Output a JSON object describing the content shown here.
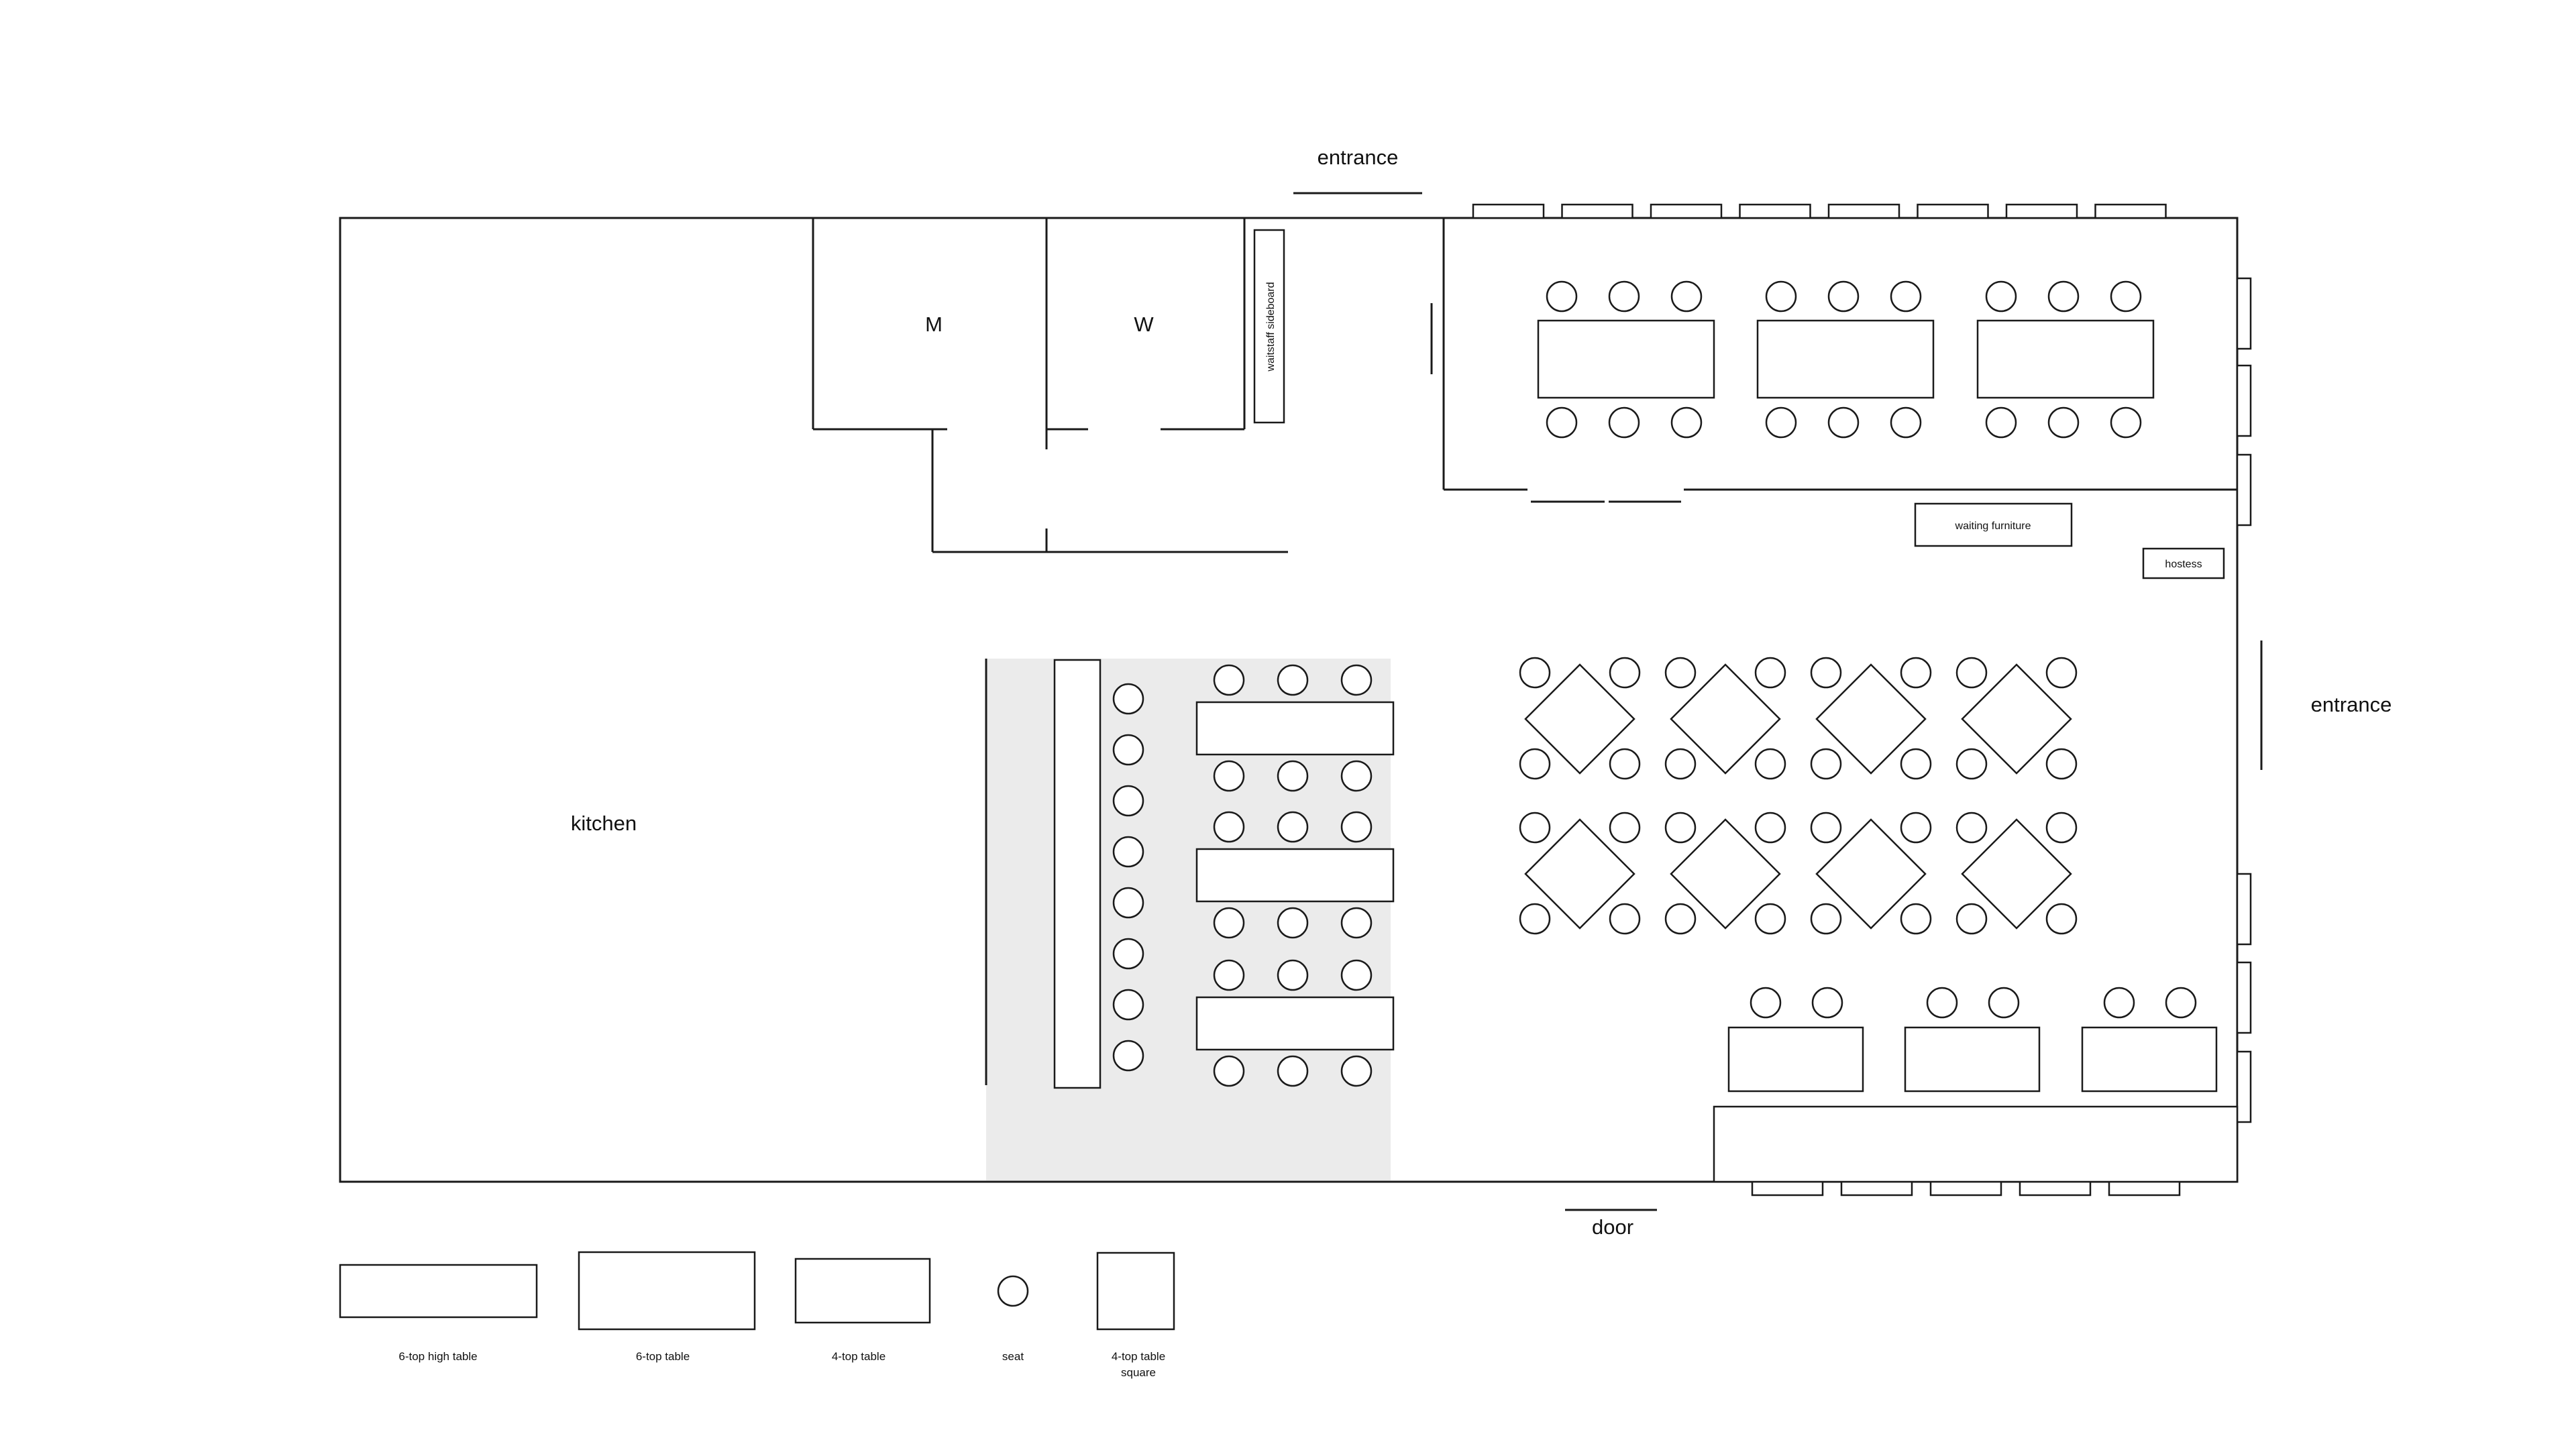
{
  "labels": {
    "entrance_top": "entrance",
    "entrance_right": "entrance",
    "door": "door",
    "kitchen": "kitchen",
    "restroom_men": "M",
    "restroom_women": "W",
    "waitstaff_sideboard": "waitstaff sideboard",
    "waiting_furniture": "waiting furniture",
    "hostess": "hostess"
  },
  "legend": {
    "high_table_6": "6-top high table",
    "table_6": "6-top table",
    "table_4": "4-top table",
    "seat": "seat",
    "square_line1": "4-top table",
    "square_line2": "square"
  },
  "colors": {
    "bar_area": "#ebebeb",
    "line": "#1a1a1a"
  }
}
